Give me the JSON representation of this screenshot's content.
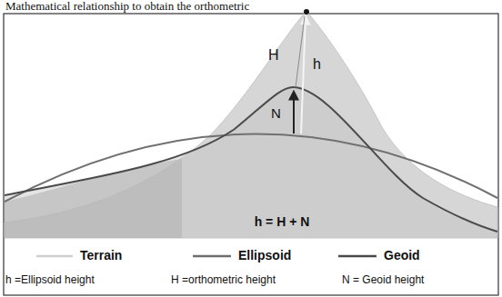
{
  "diagram": {
    "title": "Mathematical relationship to obtain the orthometric",
    "labels": [
      "H",
      "h",
      "N",
      "h = H + N",
      "h =Ellipsoid height",
      "H =orthometric height",
      "N = Geoid height"
    ],
    "legend": [
      {
        "text": "Terrain"
      },
      {
        "text": "Ellipsoid"
      },
      {
        "text": "Geoid"
      }
    ]
  }
}
